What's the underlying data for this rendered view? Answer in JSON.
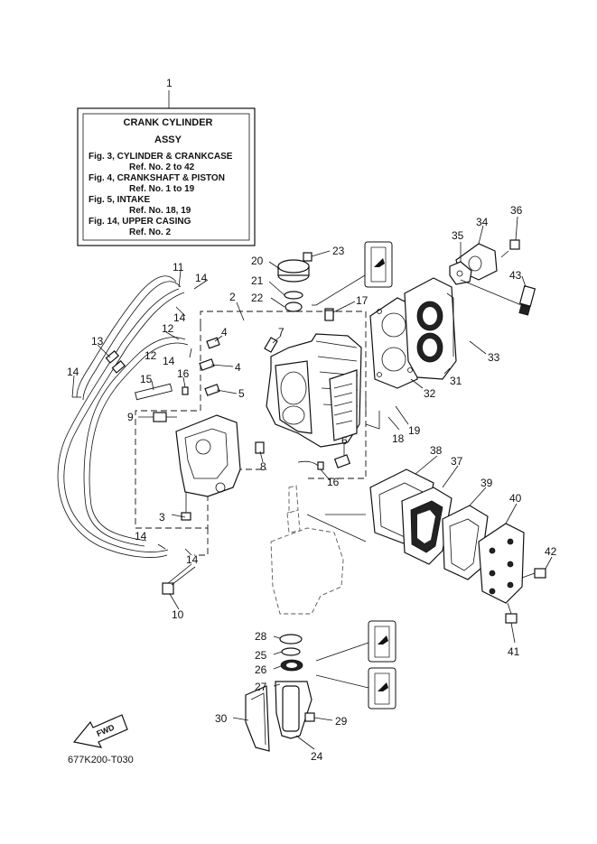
{
  "legend": {
    "ref_number": "1",
    "title_line1": "CRANK CYLINDER",
    "title_line2": "ASSY",
    "lines": [
      "Fig. 3, CYLINDER & CRANKCASE",
      "Ref. No. 2 to 42",
      "Fig. 4, CRANKSHAFT & PISTON",
      "Ref. No. 1 to 19",
      "Fig. 5, INTAKE",
      "Ref. No. 18, 19",
      "Fig. 14, UPPER CASING",
      "Ref. No. 2"
    ]
  },
  "callouts": [
    "2",
    "3",
    "4",
    "4",
    "5",
    "6",
    "7",
    "8",
    "9",
    "10",
    "11",
    "12",
    "12",
    "13",
    "14",
    "14",
    "14",
    "14",
    "14",
    "14",
    "15",
    "16",
    "16",
    "17",
    "18",
    "19",
    "20",
    "21",
    "22",
    "23",
    "24",
    "25",
    "26",
    "27",
    "28",
    "29",
    "30",
    "31",
    "32",
    "33",
    "34",
    "35",
    "36",
    "37",
    "38",
    "39",
    "40",
    "41",
    "42",
    "43"
  ],
  "fwd_label": "FWD",
  "diagram_code": "677K200-T030",
  "icons": [
    "fwd-arrow-icon",
    "grease-symbol-icon"
  ]
}
